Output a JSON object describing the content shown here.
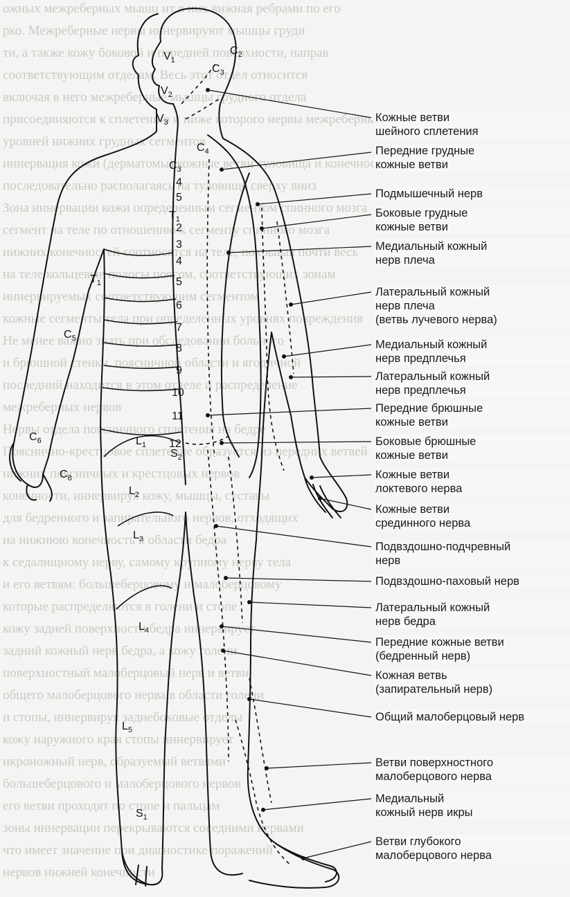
{
  "background_text_lines": [
    "ожных межреберных мышц ит в них вижная ребрами по его",
    "рко. Межреберные нервы иннервируют мышцы груди",
    "ти, а также кожу боковой и передней поверхности, направ",
    "соответствующим отделам. Весь этот отдел относится",
    "включая в него межреберные мышцы грудного отдела",
    "присоединяются к сплетению и ниже которого нервы межреберные",
    "уровней нижних грудных сегментов",
    "иннервация кожи (дерматомы) кожные ветви туловища и конечностей,",
    "последовательно располагаясь на туловище сверху вниз",
    "Зона иннервации кожи определенным сегментом спинного мозга",
    "сегмент на теле по отношению к сегменту спинного мозга",
    "нижних конечностей соотносятся на теле, покрывая почти весь",
    "на теле кольцевые полосы поясом, соответствующих зонам",
    "иннервируемых соответствующим сегментом",
    "кожные сегменты тела при определенных уровнях повреждения",
    "Не менее важно знать при обследовании больного",
    "и брюшной стенки, поясничной области и ягодичной",
    "последний находится в этом отделе и распределение",
    "межреберных нервов",
    "Нервы отдела поясничного сплетения на бедре",
    "Пояснично-крестцовое сплетение образуется из передних ветвей",
    "нижних поясничных и крестцовых нервов",
    "конечности, иннервируя кожу, мышцы, суставы",
    "для бедренного и запирательного нервов, отходящих",
    "на нижнюю конечность в области бедра",
    "к седалищному нерву, самому крупному нерву тела",
    "и его ветвям: большеберцовому и малоберцовому",
    "которые распределяются в голени и стопе",
    "кожу задней поверхности бедра иннервирует",
    "задний кожный нерв бедра, а кожу голени",
    "поверхностный малоберцовый нерв и ветви",
    "общего малоберцового нерва в области голени",
    "и стопы, иннервируя заднебоковые отделы",
    "кожу наружного края стопы иннервирует",
    "икроножный нерв, образуемый ветвями",
    "большеберцового и малоберцового нервов",
    "его ветви проходят по стопе и пальцам",
    "зоны иннервации перекрываются соседними нервами",
    "что имеет значение при диагностике поражений",
    "нервов нижней конечности"
  ],
  "segment_labels": {
    "V1": "V1",
    "V2": "V2",
    "V3": "V3",
    "C2": "C2",
    "C3": "C3",
    "C4": "C4",
    "C3b": "C3",
    "C5": "C5",
    "C6": "C6",
    "C8": "C8",
    "T1": "T1",
    "T1b": "T1",
    "n4": "4",
    "n5": "5",
    "n2": "2",
    "n3": "3",
    "n4b": "4",
    "n5b": "5",
    "n6": "6",
    "n7": "7",
    "n8": "8",
    "n9": "9",
    "n10": "10",
    "n11": "11",
    "n12": "12",
    "L1": "L1",
    "L2": "L2",
    "L3": "L3",
    "L4": "L4",
    "L5": "L5",
    "S1": "S1",
    "S2": "S2"
  },
  "labels": [
    {
      "id": "lbl-1",
      "text": "Кожные ветви\nшейного сплетения"
    },
    {
      "id": "lbl-2",
      "text": "Передние грудные\nкожные ветви"
    },
    {
      "id": "lbl-3",
      "text": "Подмышечный нерв"
    },
    {
      "id": "lbl-4",
      "text": "Боковые грудные\nкожные ветви"
    },
    {
      "id": "lbl-5",
      "text": "Медиальный кожный\nнерв плеча"
    },
    {
      "id": "lbl-6",
      "text": "Латеральный кожный\nнерв плеча\n(ветвь лучевого нерва)"
    },
    {
      "id": "lbl-7",
      "text": "Медиальный кожный\nнерв предплечья"
    },
    {
      "id": "lbl-8",
      "text": "Латеральный кожный\nнерв предплечья"
    },
    {
      "id": "lbl-9",
      "text": "Передние брюшные\nкожные ветви"
    },
    {
      "id": "lbl-10",
      "text": "Боковые брюшные\nкожные ветви"
    },
    {
      "id": "lbl-11",
      "text": "Кожные ветви\nлоктевого нерва"
    },
    {
      "id": "lbl-12",
      "text": "Кожные ветви\nсрединного нерва"
    },
    {
      "id": "lbl-13",
      "text": "Подвздошно-подчревный\nнерв"
    },
    {
      "id": "lbl-14",
      "text": "Подвздошно-паховый нерв"
    },
    {
      "id": "lbl-15",
      "text": "Латеральный кожный\nнерв бедра"
    },
    {
      "id": "lbl-16",
      "text": "Передние кожные ветви\n(бедренный нерв)"
    },
    {
      "id": "lbl-17",
      "text": "Кожная ветвь\n(запирательный нерв)"
    },
    {
      "id": "lbl-18",
      "text": "Общий малоберцовый нерв"
    },
    {
      "id": "lbl-19",
      "text": "Ветви поверхностного\nмалоберцового нерва"
    },
    {
      "id": "lbl-20",
      "text": "Медиальный\nкожный нерв икры"
    },
    {
      "id": "lbl-21",
      "text": "Ветви глубокого\nмалоберцового нерва"
    }
  ],
  "colors": {
    "ink": "#111111",
    "paper": "#f4f4f2",
    "ghost_text": "#c9c9c6"
  }
}
